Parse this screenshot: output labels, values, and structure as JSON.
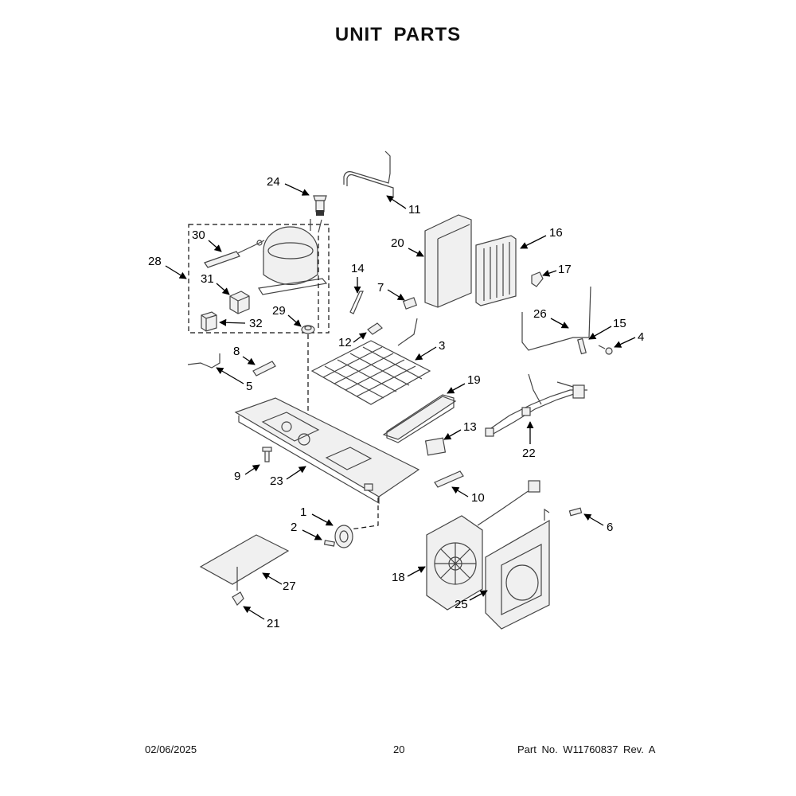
{
  "header": {
    "title": "UNIT PARTS"
  },
  "callouts": [
    {
      "id": "24",
      "label": "24"
    },
    {
      "id": "11",
      "label": "11"
    },
    {
      "id": "20",
      "label": "20"
    },
    {
      "id": "16",
      "label": "16"
    },
    {
      "id": "30",
      "label": "30"
    },
    {
      "id": "28",
      "label": "28"
    },
    {
      "id": "31",
      "label": "31"
    },
    {
      "id": "14",
      "label": "14"
    },
    {
      "id": "7",
      "label": "7"
    },
    {
      "id": "17",
      "label": "17"
    },
    {
      "id": "29",
      "label": "29"
    },
    {
      "id": "32",
      "label": "32"
    },
    {
      "id": "26",
      "label": "26"
    },
    {
      "id": "15",
      "label": "15"
    },
    {
      "id": "4",
      "label": "4"
    },
    {
      "id": "12",
      "label": "12"
    },
    {
      "id": "3",
      "label": "3"
    },
    {
      "id": "8",
      "label": "8"
    },
    {
      "id": "5",
      "label": "5"
    },
    {
      "id": "19",
      "label": "19"
    },
    {
      "id": "13",
      "label": "13"
    },
    {
      "id": "22",
      "label": "22"
    },
    {
      "id": "9",
      "label": "9"
    },
    {
      "id": "23",
      "label": "23"
    },
    {
      "id": "10",
      "label": "10"
    },
    {
      "id": "1",
      "label": "1"
    },
    {
      "id": "2",
      "label": "2"
    },
    {
      "id": "6",
      "label": "6"
    },
    {
      "id": "27",
      "label": "27"
    },
    {
      "id": "18",
      "label": "18"
    },
    {
      "id": "25",
      "label": "25"
    },
    {
      "id": "21",
      "label": "21"
    }
  ],
  "footer": {
    "date": "02/06/2025",
    "page": "20",
    "part_number": "Part No.  W11760837  Rev.  A"
  }
}
